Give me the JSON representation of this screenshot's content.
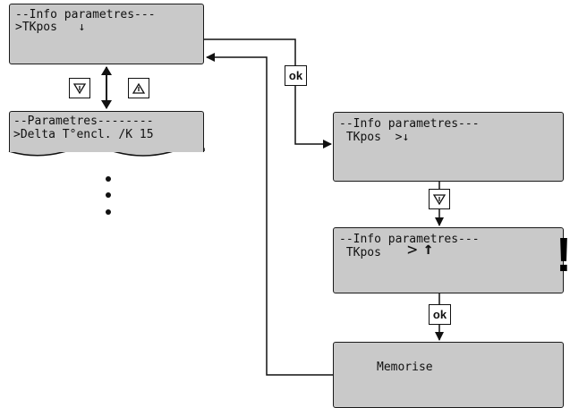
{
  "screens": {
    "info_initial": {
      "line1": "--Info parametres---",
      "line2": ">TKpos   ↓"
    },
    "parametres": {
      "line1": "--Parametres--------",
      "line2": ">Delta T°encl. /K 15"
    },
    "info_selected": {
      "line1": "--Info parametres---",
      "line2": " TKpos  >↓"
    },
    "info_editing": {
      "line1": "--Info parametres---",
      "line2": " TKpos",
      "cursor": ">",
      "arrow": "↑"
    },
    "memorise": {
      "text": "Memorise"
    }
  },
  "keys": {
    "ok_label": "ok",
    "down_icon": "key-down-icon",
    "up_icon": "key-up-icon"
  },
  "warning": {
    "symbol": "!"
  },
  "colors": {
    "lcd": "#c9c9c9",
    "highlight": "#e0262b",
    "line": "#111111"
  }
}
